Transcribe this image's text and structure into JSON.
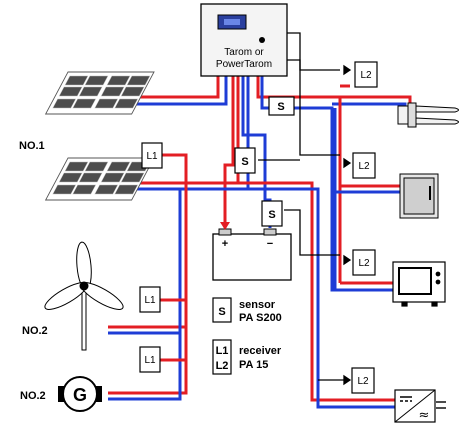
{
  "controller": {
    "line1": "Tarom or",
    "line2": "PowerTarom"
  },
  "sources": {
    "solar_label": "NO.1",
    "wind_label": "NO.2",
    "generator_label": "NO.2",
    "generator_symbol": "G"
  },
  "battery": {
    "plus": "+",
    "minus": "−"
  },
  "components": {
    "sensor_symbol": "S",
    "receiver_l1": "L1",
    "receiver_l2": "L2"
  },
  "legend": {
    "sensor_symbol": "S",
    "sensor_line1": "sensor",
    "sensor_line2": "PA S200",
    "receiver_symbol_1": "L1",
    "receiver_symbol_2": "L2",
    "receiver_line1": "receiver",
    "receiver_line2": "PA 15"
  },
  "inverter": {
    "ac_symbol": "≈"
  },
  "colors": {
    "positive": "#e31e24",
    "negative": "#1e3cd6",
    "signal": "#000000"
  }
}
